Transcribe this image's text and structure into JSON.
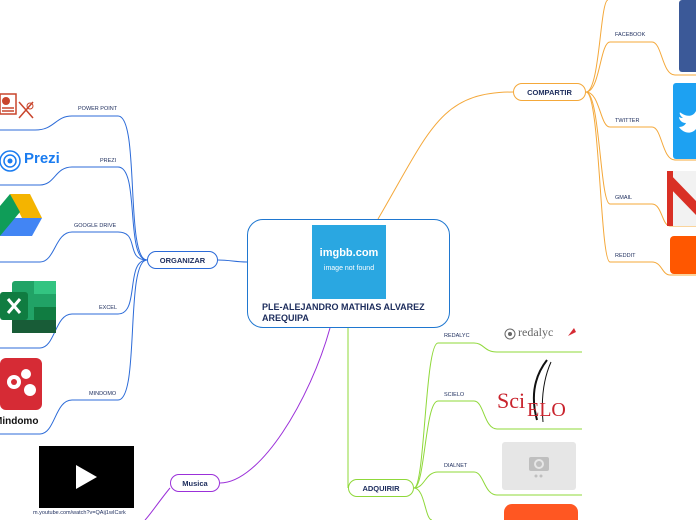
{
  "center": {
    "title": "PLE-ALEJANDRO MATHIAS ALVAREZ AREQUIPA",
    "image_text": "imgbb.com",
    "image_subtext": "image not found"
  },
  "branches": {
    "organizar": {
      "label": "ORGANIZAR",
      "color": "#2c6bd8",
      "items": [
        "POWER POINT",
        "PREZI",
        "GOOGLE DRIVE",
        "EXCEL",
        "MINDOMO"
      ]
    },
    "compartir": {
      "label": "COMPARTIR",
      "color": "#f4a83a",
      "items": [
        "FACEBOOK",
        "TWITTER",
        "GMAIL",
        "REDDIT"
      ]
    },
    "adquirir": {
      "label": "ADQUIRIR",
      "color": "#8fd83a",
      "items": [
        "REDALYC",
        "SCIELO",
        "DIALNET"
      ]
    },
    "musica": {
      "label": "Musica",
      "color": "#9b30d9",
      "url": "m.youtube.com/watch?v=QAij1wICsrk"
    }
  },
  "logos": {
    "prezi": "Prezi",
    "mindomo": "Mindomo",
    "redalyc": "redalyc"
  },
  "icons": [
    "powerpoint-icon",
    "prezi-icon",
    "google-drive-icon",
    "excel-icon",
    "mindomo-icon",
    "facebook-icon",
    "twitter-icon",
    "gmail-icon",
    "reddit-icon",
    "redalyc-logo",
    "scielo-logo",
    "camera-icon",
    "play-icon"
  ]
}
